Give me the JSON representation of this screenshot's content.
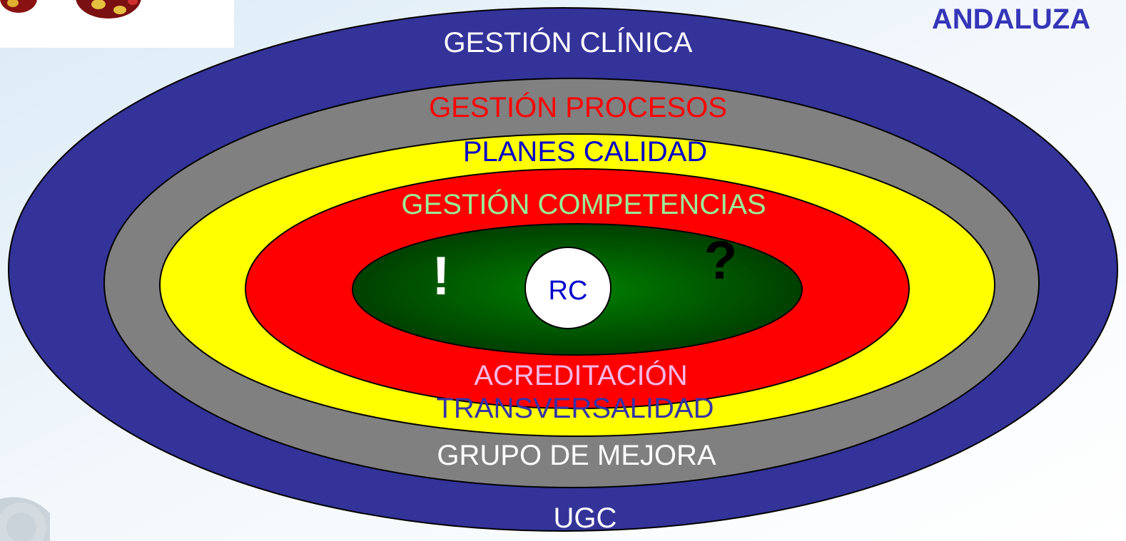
{
  "header": {
    "title": "ANDALUZA",
    "title_color": "#3535b8"
  },
  "rings": [
    {
      "id": "ugc",
      "fill": "#333399",
      "label_top": "GESTIÓN CLÍNICA",
      "label_top_color": "#ffffff",
      "label_bottom": "UGC",
      "label_bottom_color": "#ffffff"
    },
    {
      "id": "procesos",
      "fill": "#808080",
      "label_top": "GESTIÓN PROCESOS",
      "label_top_color": "#ff0000",
      "label_bottom": "GRUPO DE MEJORA",
      "label_bottom_color": "#ffffff"
    },
    {
      "id": "calidad",
      "fill": "#ffff00",
      "label_top": "PLANES CALIDAD",
      "label_top_color": "#0000cc",
      "label_bottom": "TRANSVERSALIDAD",
      "label_bottom_color": "#3333aa"
    },
    {
      "id": "competencias",
      "fill": "#ff0000",
      "label_top": "GESTIÓN COMPETENCIAS",
      "label_top_color": "#99ee99",
      "label_bottom": "ACREDITACIÓN",
      "label_bottom_color": "#f2b8e6"
    },
    {
      "id": "core",
      "fill_center": "#008000",
      "fill_edge": "#003300"
    }
  ],
  "center": {
    "label": "RC",
    "label_color": "#0000cc",
    "fill": "#ffffff"
  },
  "marks": {
    "exclamation": "!",
    "exclamation_color": "#ffffff",
    "question": "?",
    "question_color": "#000000"
  }
}
